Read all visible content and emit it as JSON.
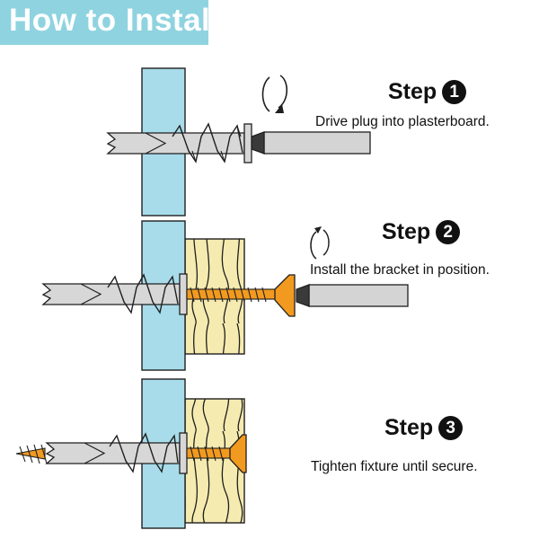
{
  "banner": {
    "title": "How to Install"
  },
  "colors": {
    "banner_bg": "#8fd3e0",
    "board": "#a8dcea",
    "wood": "#f5ebb0",
    "plug": "#d7d7d7",
    "screw": "#f29a1f",
    "driver": "#d4d4d4"
  },
  "steps": [
    {
      "label": "Step",
      "number": "1",
      "description": "Drive plug into plasterboard."
    },
    {
      "label": "Step",
      "number": "2",
      "description": "Install the bracket in position."
    },
    {
      "label": "Step",
      "number": "3",
      "description": "Tighten fixture until secure."
    }
  ]
}
